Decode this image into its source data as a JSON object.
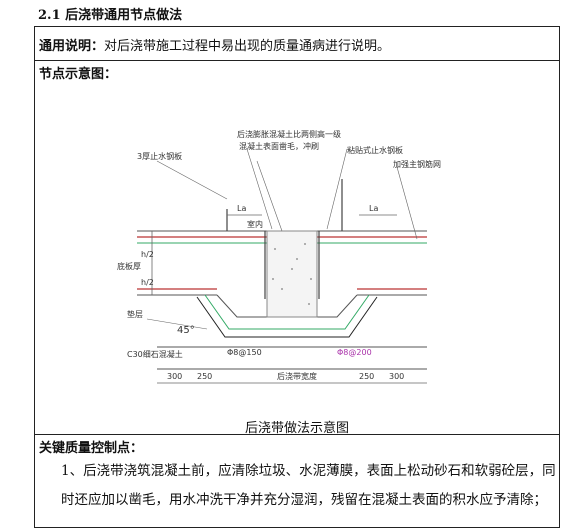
{
  "section_title": "2.1 后浇带通用节点做法",
  "general_note": {
    "label": "通用说明：",
    "text": "对后浇带施工过程中易出现的质量通病进行说明。"
  },
  "node_diagram": {
    "label": "节点示意图：",
    "caption": "后浇带做法示意图",
    "labels": {
      "top1": "后浇膨胀混凝土比两侧高一级",
      "top2": "混凝土表面凿毛，冲刷",
      "top3": "粘贴式止水钢板",
      "left1": "3厚止水钢板",
      "right1": "加强主钢筋网",
      "la_left": "La",
      "la_right": "La",
      "dim_h2a": "h/2",
      "dim_h2b": "h/2",
      "side_label": "底板厚",
      "angle": "45°",
      "c30": "C30细石混凝土",
      "rebar1": "Φ8@150",
      "rebar2": "Φ8@200",
      "dim300a": "300",
      "dim250a": "250",
      "dim250b": "250",
      "dim300b": "300",
      "dim_mid": "后浇带宽度",
      "room": "室内",
      "filler": "垫层"
    }
  },
  "key_points": {
    "label": "关键质量控制点：",
    "text": "1、后浇带浇筑混凝土前，应清除垃圾、水泥薄膜，表面上松动砂石和软弱砼层，同时还应加以凿毛，用水冲洗干净并充分湿润，残留在混凝土表面的积水应予清除；"
  }
}
